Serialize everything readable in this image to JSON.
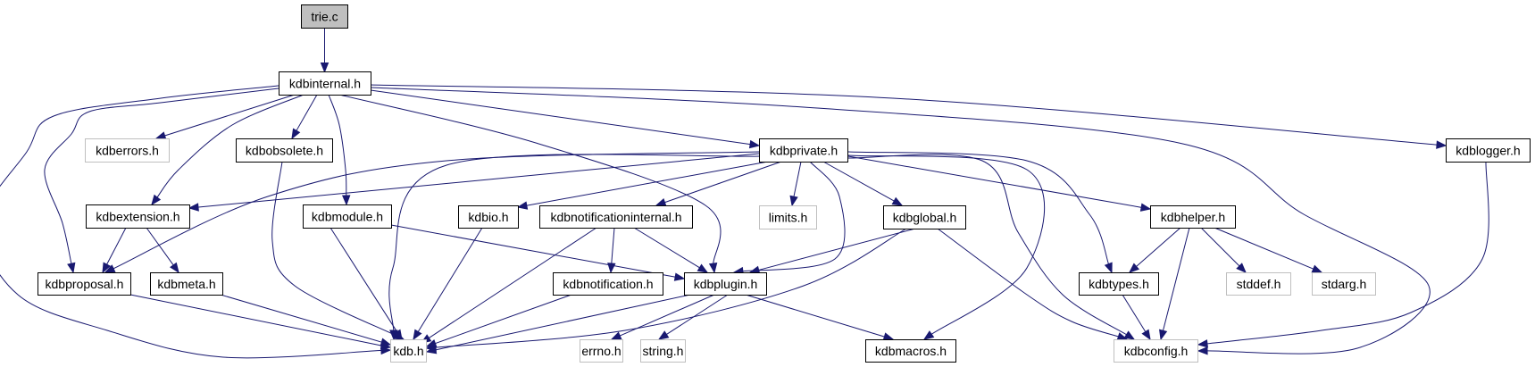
{
  "diagram": {
    "title": "trie.c",
    "type": "include-dependency-graph",
    "colors": {
      "edge": "#191970",
      "root_fill": "#bfbfbf",
      "documented_border": "#000000",
      "system_border": "#bfbfbf"
    },
    "nodes": [
      {
        "id": "trie_c",
        "label": "trie.c",
        "kind": "root"
      },
      {
        "id": "kdbinternal",
        "label": "kdbinternal.h",
        "kind": "doc"
      },
      {
        "id": "kdberrors",
        "label": "kdberrors.h",
        "kind": "sys"
      },
      {
        "id": "kdbobsolete",
        "label": "kdbobsolete.h",
        "kind": "doc"
      },
      {
        "id": "kdbprivate",
        "label": "kdbprivate.h",
        "kind": "doc"
      },
      {
        "id": "kdblogger",
        "label": "kdblogger.h",
        "kind": "doc"
      },
      {
        "id": "kdbextension",
        "label": "kdbextension.h",
        "kind": "doc"
      },
      {
        "id": "kdbmodule",
        "label": "kdbmodule.h",
        "kind": "doc"
      },
      {
        "id": "kdbio",
        "label": "kdbio.h",
        "kind": "doc"
      },
      {
        "id": "kdbnotificationinternal",
        "label": "kdbnotificationinternal.h",
        "kind": "doc"
      },
      {
        "id": "limits",
        "label": "limits.h",
        "kind": "sys"
      },
      {
        "id": "kdbglobal",
        "label": "kdbglobal.h",
        "kind": "doc"
      },
      {
        "id": "kdbhelper",
        "label": "kdbhelper.h",
        "kind": "doc"
      },
      {
        "id": "kdbproposal",
        "label": "kdbproposal.h",
        "kind": "doc"
      },
      {
        "id": "kdbmeta",
        "label": "kdbmeta.h",
        "kind": "doc"
      },
      {
        "id": "kdbnotification",
        "label": "kdbnotification.h",
        "kind": "doc"
      },
      {
        "id": "kdbplugin",
        "label": "kdbplugin.h",
        "kind": "doc"
      },
      {
        "id": "kdbtypes",
        "label": "kdbtypes.h",
        "kind": "doc"
      },
      {
        "id": "stddef",
        "label": "stddef.h",
        "kind": "sys"
      },
      {
        "id": "stdarg",
        "label": "stdarg.h",
        "kind": "sys"
      },
      {
        "id": "kdb",
        "label": "kdb.h",
        "kind": "sys"
      },
      {
        "id": "errno",
        "label": "errno.h",
        "kind": "sys"
      },
      {
        "id": "string",
        "label": "string.h",
        "kind": "sys"
      },
      {
        "id": "kdbmacros",
        "label": "kdbmacros.h",
        "kind": "doc"
      },
      {
        "id": "kdbconfig",
        "label": "kdbconfig.h",
        "kind": "sys"
      }
    ],
    "edges": [
      [
        "trie_c",
        "kdbinternal"
      ],
      [
        "kdbinternal",
        "kdb"
      ],
      [
        "kdbinternal",
        "kdbproposal"
      ],
      [
        "kdbinternal",
        "kdberrors"
      ],
      [
        "kdbinternal",
        "kdbextension"
      ],
      [
        "kdbinternal",
        "kdbobsolete"
      ],
      [
        "kdbinternal",
        "kdbmodule"
      ],
      [
        "kdbinternal",
        "kdbplugin"
      ],
      [
        "kdbinternal",
        "kdbprivate"
      ],
      [
        "kdbinternal",
        "kdbconfig"
      ],
      [
        "kdbinternal",
        "kdblogger"
      ],
      [
        "kdbobsolete",
        "kdb"
      ],
      [
        "kdbprivate",
        "kdbextension"
      ],
      [
        "kdbprivate",
        "kdbproposal"
      ],
      [
        "kdbprivate",
        "kdb"
      ],
      [
        "kdbprivate",
        "kdbio"
      ],
      [
        "kdbprivate",
        "kdbnotificationinternal"
      ],
      [
        "kdbprivate",
        "limits"
      ],
      [
        "kdbprivate",
        "kdbplugin"
      ],
      [
        "kdbprivate",
        "kdbglobal"
      ],
      [
        "kdbprivate",
        "kdbmacros"
      ],
      [
        "kdbprivate",
        "kdbconfig"
      ],
      [
        "kdbprivate",
        "kdbtypes"
      ],
      [
        "kdbprivate",
        "kdbhelper"
      ],
      [
        "kdblogger",
        "kdbconfig"
      ],
      [
        "kdbextension",
        "kdbproposal"
      ],
      [
        "kdbextension",
        "kdbmeta"
      ],
      [
        "kdbmodule",
        "kdb"
      ],
      [
        "kdbmodule",
        "kdbplugin"
      ],
      [
        "kdbio",
        "kdb"
      ],
      [
        "kdbnotificationinternal",
        "kdb"
      ],
      [
        "kdbnotificationinternal",
        "kdbnotification"
      ],
      [
        "kdbnotificationinternal",
        "kdbplugin"
      ],
      [
        "kdbglobal",
        "kdbplugin"
      ],
      [
        "kdbglobal",
        "kdb"
      ],
      [
        "kdbglobal",
        "kdbconfig"
      ],
      [
        "kdbhelper",
        "kdbtypes"
      ],
      [
        "kdbhelper",
        "kdbconfig"
      ],
      [
        "kdbhelper",
        "stddef"
      ],
      [
        "kdbhelper",
        "stdarg"
      ],
      [
        "kdbproposal",
        "kdb"
      ],
      [
        "kdbmeta",
        "kdb"
      ],
      [
        "kdbnotification",
        "kdb"
      ],
      [
        "kdbplugin",
        "kdb"
      ],
      [
        "kdbplugin",
        "errno"
      ],
      [
        "kdbplugin",
        "string"
      ],
      [
        "kdbplugin",
        "kdbmacros"
      ],
      [
        "kdbtypes",
        "kdbconfig"
      ]
    ]
  }
}
